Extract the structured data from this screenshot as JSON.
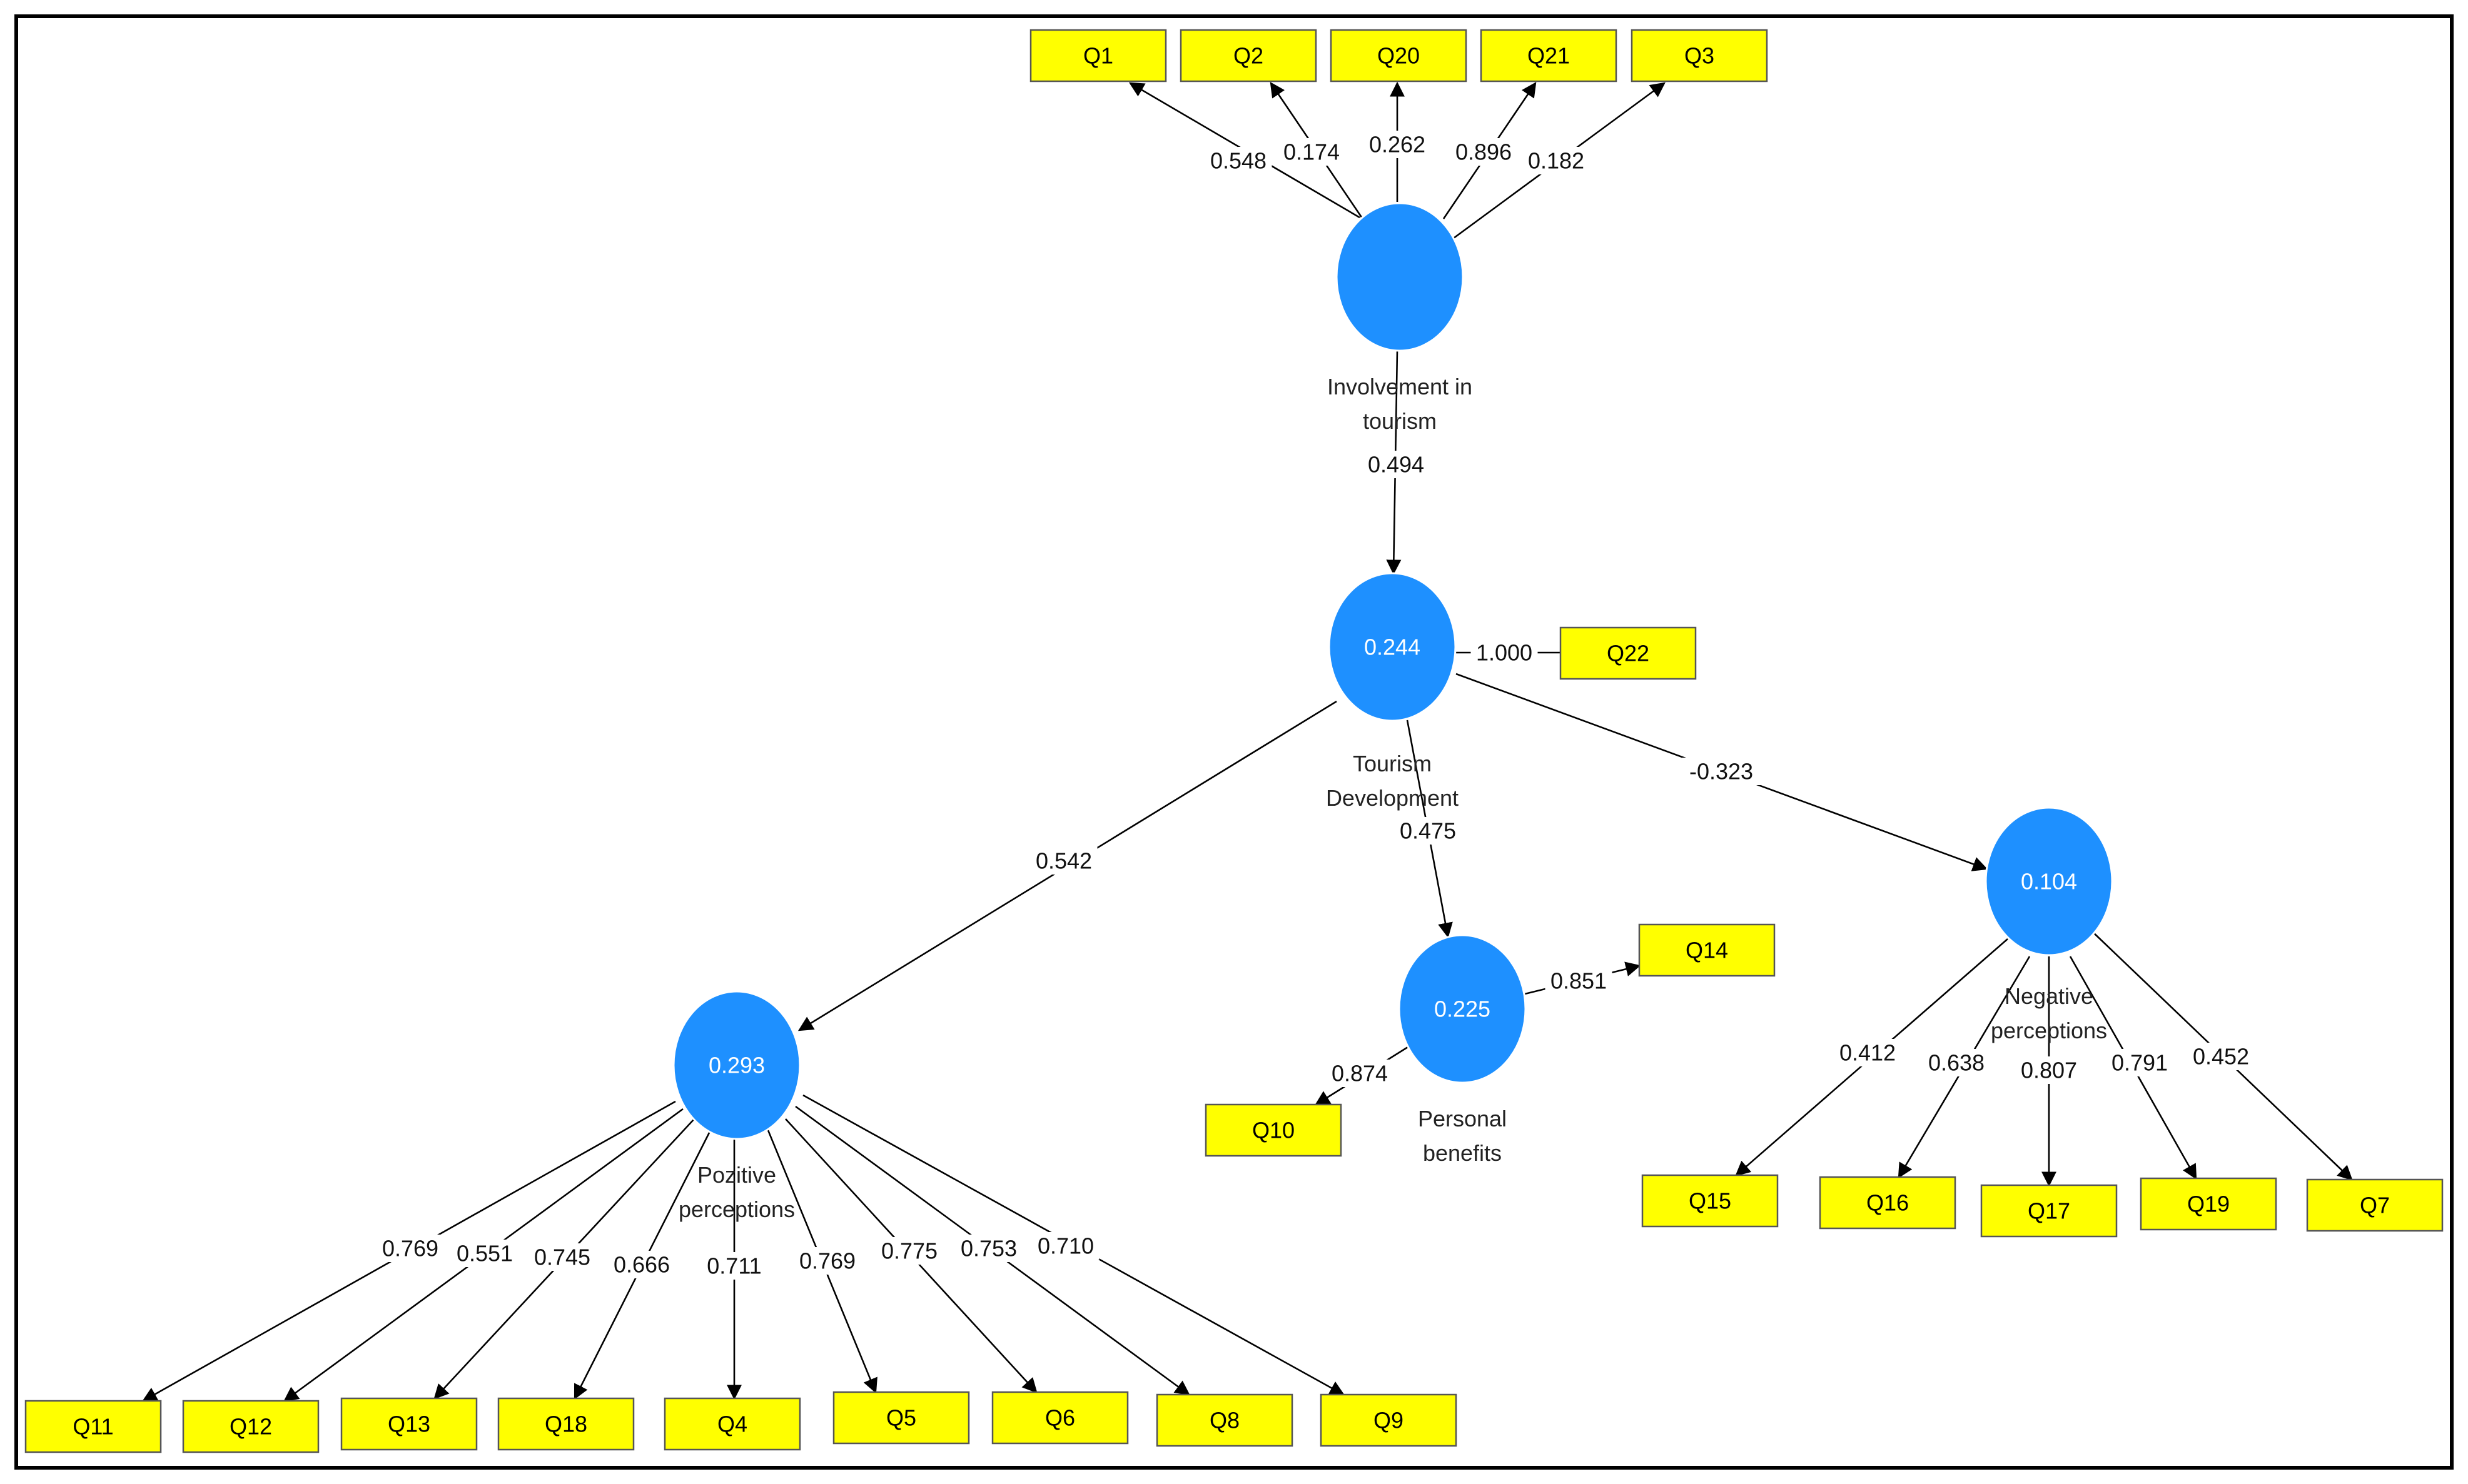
{
  "colors": {
    "latent": "#1E90FF",
    "indicator": "#FFFF00",
    "edge": "#000000"
  },
  "latents": [
    {
      "id": "involvement",
      "label_lines": [
        "Involvement in",
        "tourism"
      ],
      "r2": ""
    },
    {
      "id": "tourism_dev",
      "label_lines": [
        "Tourism",
        "Development"
      ],
      "r2": "0.244"
    },
    {
      "id": "positive",
      "label_lines": [
        "Pozitive",
        "perceptions"
      ],
      "r2": "0.293"
    },
    {
      "id": "personal",
      "label_lines": [
        "Personal",
        "benefits"
      ],
      "r2": "0.225"
    },
    {
      "id": "negative",
      "label_lines": [
        "Negative",
        "perceptions"
      ],
      "r2": "0.104"
    }
  ],
  "indicators": [
    {
      "id": "Q1",
      "label": "Q1"
    },
    {
      "id": "Q2",
      "label": "Q2"
    },
    {
      "id": "Q20",
      "label": "Q20"
    },
    {
      "id": "Q21",
      "label": "Q21"
    },
    {
      "id": "Q3",
      "label": "Q3"
    },
    {
      "id": "Q22",
      "label": "Q22"
    },
    {
      "id": "Q14",
      "label": "Q14"
    },
    {
      "id": "Q10",
      "label": "Q10"
    },
    {
      "id": "Q15",
      "label": "Q15"
    },
    {
      "id": "Q16",
      "label": "Q16"
    },
    {
      "id": "Q17",
      "label": "Q17"
    },
    {
      "id": "Q19",
      "label": "Q19"
    },
    {
      "id": "Q7",
      "label": "Q7"
    },
    {
      "id": "Q11",
      "label": "Q11"
    },
    {
      "id": "Q12",
      "label": "Q12"
    },
    {
      "id": "Q13",
      "label": "Q13"
    },
    {
      "id": "Q18",
      "label": "Q18"
    },
    {
      "id": "Q4",
      "label": "Q4"
    },
    {
      "id": "Q5",
      "label": "Q5"
    },
    {
      "id": "Q6",
      "label": "Q6"
    },
    {
      "id": "Q8",
      "label": "Q8"
    },
    {
      "id": "Q9",
      "label": "Q9"
    }
  ],
  "loadings": [
    {
      "from": "involvement",
      "to": "Q1",
      "value": "0.548"
    },
    {
      "from": "involvement",
      "to": "Q2",
      "value": "0.174"
    },
    {
      "from": "involvement",
      "to": "Q20",
      "value": "0.262"
    },
    {
      "from": "involvement",
      "to": "Q21",
      "value": "0.896"
    },
    {
      "from": "involvement",
      "to": "Q3",
      "value": "0.182"
    },
    {
      "from": "tourism_dev",
      "to": "Q22",
      "value": "1.000"
    },
    {
      "from": "personal",
      "to": "Q14",
      "value": "0.851"
    },
    {
      "from": "personal",
      "to": "Q10",
      "value": "0.874"
    },
    {
      "from": "negative",
      "to": "Q15",
      "value": "0.412"
    },
    {
      "from": "negative",
      "to": "Q16",
      "value": "0.638"
    },
    {
      "from": "negative",
      "to": "Q17",
      "value": "0.807"
    },
    {
      "from": "negative",
      "to": "Q19",
      "value": "0.791"
    },
    {
      "from": "negative",
      "to": "Q7",
      "value": "0.452"
    },
    {
      "from": "positive",
      "to": "Q11",
      "value": "0.769"
    },
    {
      "from": "positive",
      "to": "Q12",
      "value": "0.551"
    },
    {
      "from": "positive",
      "to": "Q13",
      "value": "0.745"
    },
    {
      "from": "positive",
      "to": "Q18",
      "value": "0.666"
    },
    {
      "from": "positive",
      "to": "Q4",
      "value": "0.711"
    },
    {
      "from": "positive",
      "to": "Q5",
      "value": "0.769"
    },
    {
      "from": "positive",
      "to": "Q6",
      "value": "0.775"
    },
    {
      "from": "positive",
      "to": "Q8",
      "value": "0.753"
    },
    {
      "from": "positive",
      "to": "Q9",
      "value": "0.710"
    }
  ],
  "paths": [
    {
      "from": "involvement",
      "to": "tourism_dev",
      "value": "0.494"
    },
    {
      "from": "tourism_dev",
      "to": "positive",
      "value": "0.542"
    },
    {
      "from": "tourism_dev",
      "to": "personal",
      "value": "0.475"
    },
    {
      "from": "tourism_dev",
      "to": "negative",
      "value": "-0.323"
    }
  ]
}
